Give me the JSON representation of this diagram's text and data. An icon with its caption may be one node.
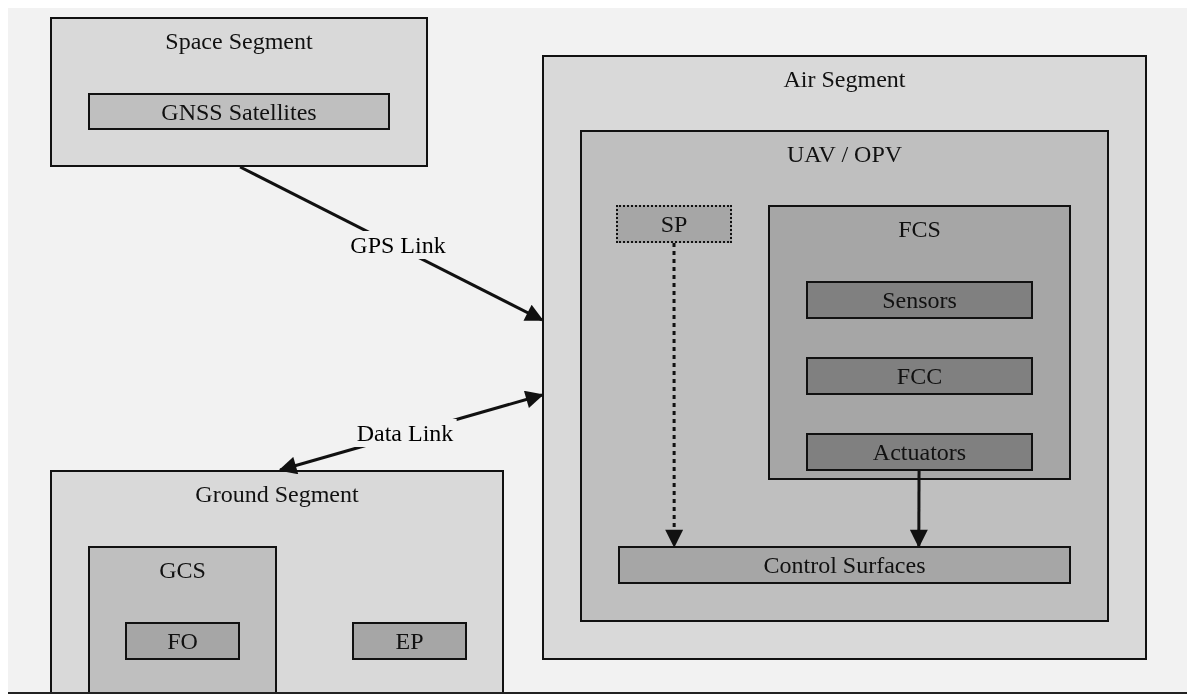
{
  "diagram": {
    "nodes": [
      {
        "text": [
          "Space Segment"
        ]
      },
      {
        "text": [
          "GNSS Satellites"
        ],
        "in": 0
      },
      {
        "text": [
          "Air Segment"
        ]
      },
      {
        "text": [
          "UAV / OPV"
        ],
        "in": 2
      },
      {
        "text": [
          "SP"
        ],
        "in": 3
      },
      {
        "text": [
          "FCS"
        ],
        "in": 3
      },
      {
        "text": [
          "Sensors"
        ],
        "in": 5
      },
      {
        "text": [
          "FCC"
        ],
        "in": 5
      },
      {
        "text": [
          "Actuators"
        ],
        "in": 5
      },
      {
        "text": [
          "Control Surfaces"
        ],
        "in": 3
      },
      {
        "text": [
          "Ground Segment"
        ]
      },
      {
        "text": [
          "GCS"
        ],
        "in": 10
      },
      {
        "text": [
          "FO"
        ],
        "in": 11
      },
      {
        "text": [
          "EP"
        ],
        "in": 10
      }
    ],
    "edges": [
      {
        "from": 0,
        "to": 2,
        "arrow": "to",
        "label": "GPS Link"
      },
      {
        "from": 2,
        "to": 10,
        "arrow": "both",
        "label": "Data Link"
      },
      {
        "from": 4,
        "to": 9,
        "arrow": "to",
        "style": "dashed"
      },
      {
        "from": 8,
        "to": 9,
        "arrow": "to"
      }
    ]
  }
}
